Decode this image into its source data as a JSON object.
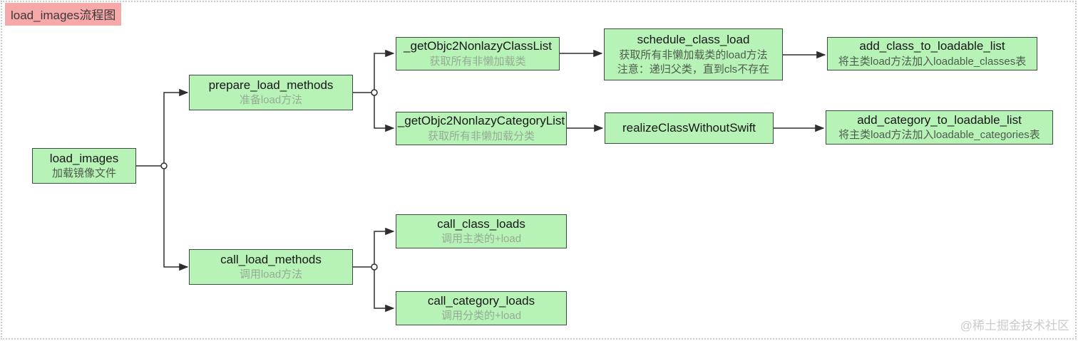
{
  "header": {
    "title": "load_images流程图"
  },
  "watermark": "@稀土掘金技术社区",
  "colors": {
    "node_fill": "#b7f3b7",
    "node_border": "#3e4e3e",
    "title_chip_bg": "#f7a8a8",
    "connector": "#2e2e2e",
    "muted_text": "#95ab95",
    "page_border": "#c9c9c9"
  },
  "nodes": {
    "load_images": {
      "title": "load_images",
      "subtitle": "加载镜像文件"
    },
    "prepare_load_methods": {
      "title": "prepare_load_methods",
      "subtitle": "准备load方法"
    },
    "get_nonlazy_class_list": {
      "title": "_getObjc2NonlazyClassList",
      "subtitle": "获取所有非懒加载类"
    },
    "schedule_class_load": {
      "title": "schedule_class_load",
      "subtitle": "获取所有非懒加载类的load方法",
      "note": "注意：递归父类，直到cls不存在"
    },
    "add_class_to_loadable_list": {
      "title": "add_class_to_loadable_list",
      "subtitle": "将主类load方法加入loadable_classes表"
    },
    "get_nonlazy_category_list": {
      "title": "_getObjc2NonlazyCategoryList",
      "subtitle": "获取所有非懒加载分类"
    },
    "realize_class_without_swift": {
      "title": "realizeClassWithoutSwift"
    },
    "add_category_to_loadable_list": {
      "title": "add_category_to_loadable_list",
      "subtitle": "将主类load方法加入loadable_categories表"
    },
    "call_load_methods": {
      "title": "call_load_methods",
      "subtitle": "调用load方法"
    },
    "call_class_loads": {
      "title": "call_class_loads",
      "subtitle": "调用主类的+load"
    },
    "call_category_loads": {
      "title": "call_category_loads",
      "subtitle": "调用分类的+load"
    }
  }
}
